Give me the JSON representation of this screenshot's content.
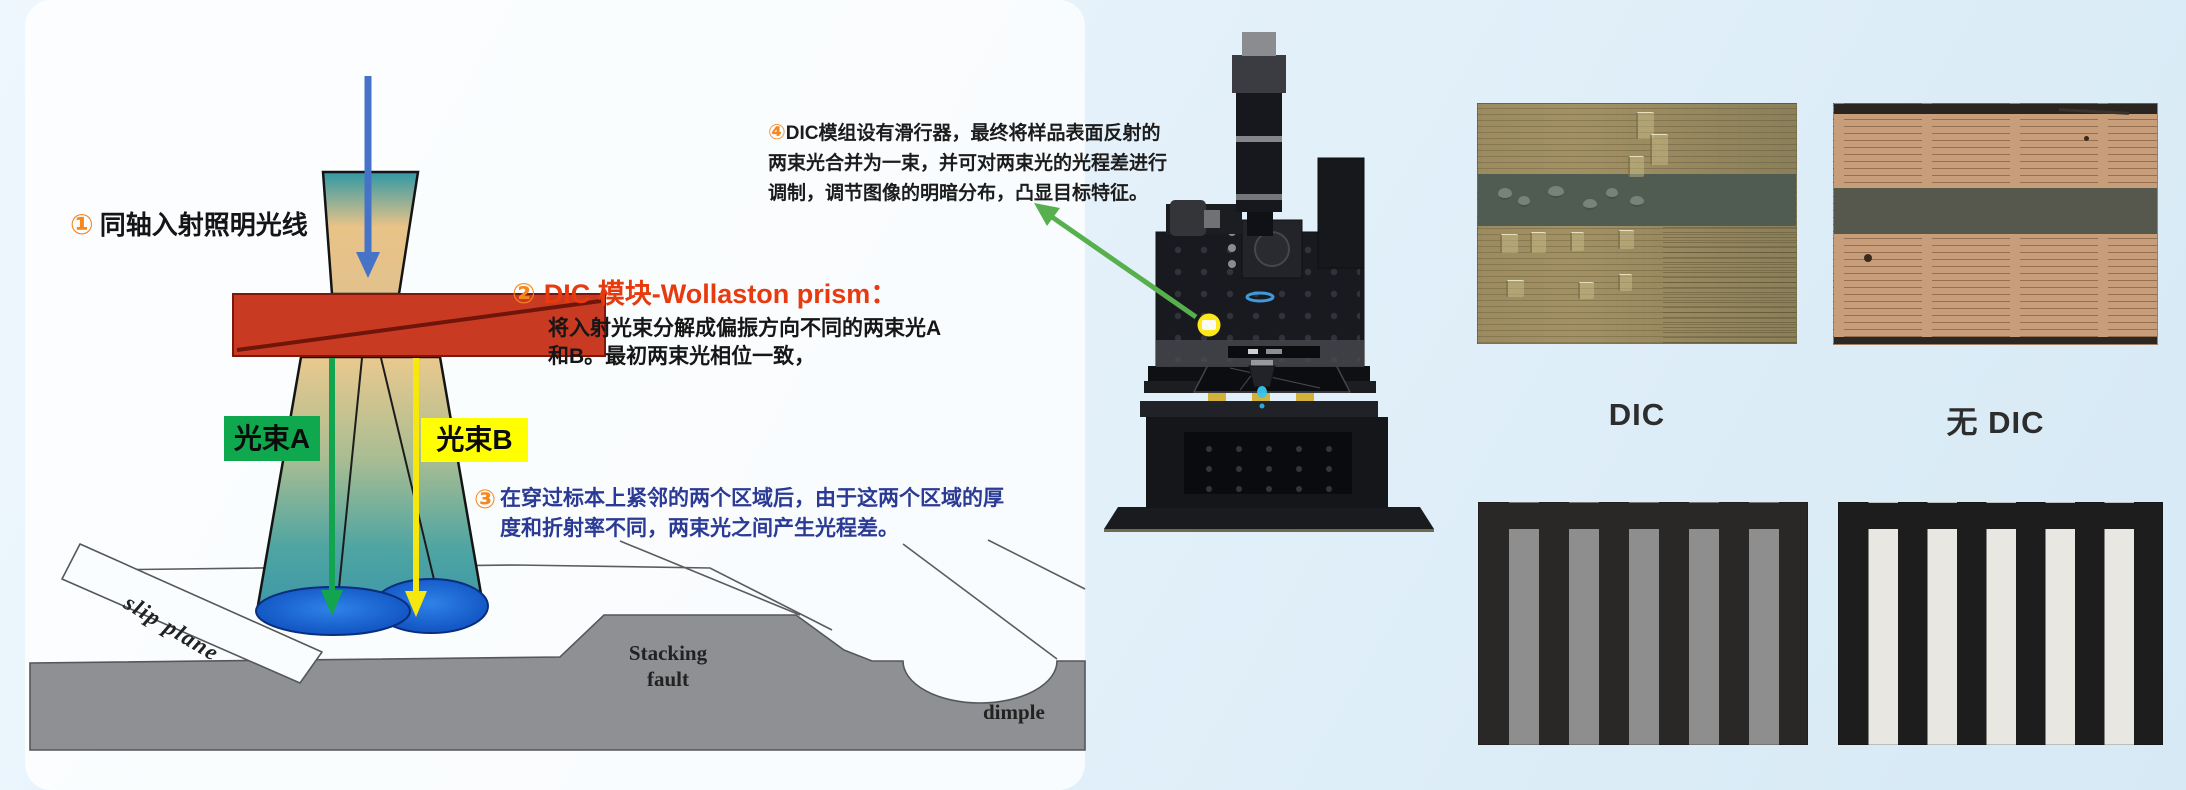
{
  "slide": {
    "annotations": {
      "step1": {
        "num": "①",
        "text": "同轴入射照明光线"
      },
      "step2": {
        "num": "②",
        "title": "DIC 模块-Wollaston prism：",
        "body_line1": "将入射光束分解成偏振方向不同的两束光A",
        "body_line2": "和B。最初两束光相位一致，"
      },
      "step3": {
        "num": "③",
        "line1": "在穿过标本上紧邻的两个区域后，由于这两个区域的厚",
        "line2": "度和折射率不同，两束光之间产生光程差。"
      },
      "step4": {
        "num": "④",
        "line1": "DIC模组设有滑行器，最终将样品表面反射的",
        "line2": "两束光合并为一束，并可对两束光的光程差进行",
        "line3": "调制，调节图像的明暗分布，凸显目标特征。"
      }
    },
    "beam_labels": {
      "beam_a": "光束A",
      "beam_b": "光束B"
    },
    "surface_labels": {
      "slip_plane": "slip plane",
      "stacking_fault_line1": "Stacking",
      "stacking_fault_line2": "fault",
      "dimple": "dimple"
    },
    "comparison_labels": {
      "with_dic": "DIC",
      "without_dic": "无 DIC"
    },
    "colors": {
      "accent_orange": "#f5871f",
      "step2_red": "#e83a0f",
      "step3_blue": "#2b3a94",
      "beam_a_green": "#10a84e",
      "beam_b_yellow": "#ffff00",
      "prism_red": "#c93a22",
      "incident_blue": "#4673c8",
      "highlight_yellow": "#ffe81a",
      "pointer_green": "#57b04d"
    }
  }
}
